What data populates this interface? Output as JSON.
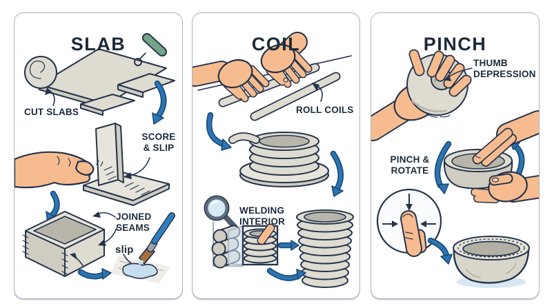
{
  "figure": {
    "topic": "Hand-building pottery techniques infographic",
    "panel_count": 3
  },
  "panels": [
    {
      "id": "slab",
      "title": "SLAB",
      "labels": {
        "cut_slabs": "CUT SLABS",
        "score_slip": "SCORE\n& SLIP",
        "joined_seams": "JOINED\nSEAMS",
        "slip": "slip"
      }
    },
    {
      "id": "coil",
      "title": "COIL",
      "labels": {
        "roll_coils": "ROLL COILS",
        "welding_interior": "WELDING\nINTERIOR"
      }
    },
    {
      "id": "pinch",
      "title": "PINCH",
      "labels": {
        "thumb_depression": "THUMB\nDEPRESSION",
        "pinch_rotate": "PINCH &\nROTATE"
      }
    }
  ],
  "colors": {
    "background": "#ffffff",
    "panel_border": "#a9b1be",
    "ink_outline": "#24334a",
    "label_text": "#1c2a38",
    "arrow_blue": "#2c74b4",
    "arrow_blue_outline": "#1a4a73",
    "skin": "#f6bc90",
    "clay_light": "#dedbd1",
    "clay_mid": "#cfccc1",
    "clay_dark": "#b8b5aa",
    "tool_handle_green": "#74a58a",
    "brush_handle_blue": "#2f7fc0",
    "slip_blue": "#c8ddef",
    "lens_blue": "#d8eaf6",
    "shadow_blue": "#d9e7f3"
  },
  "icons": {
    "loop_cutting_tool": "loop-cutting-tool-icon",
    "magnifying_glass": "magnifying-glass-icon",
    "paint_brush": "paint-brush-icon",
    "press_direction_inset": "press-direction-inset-icon"
  }
}
